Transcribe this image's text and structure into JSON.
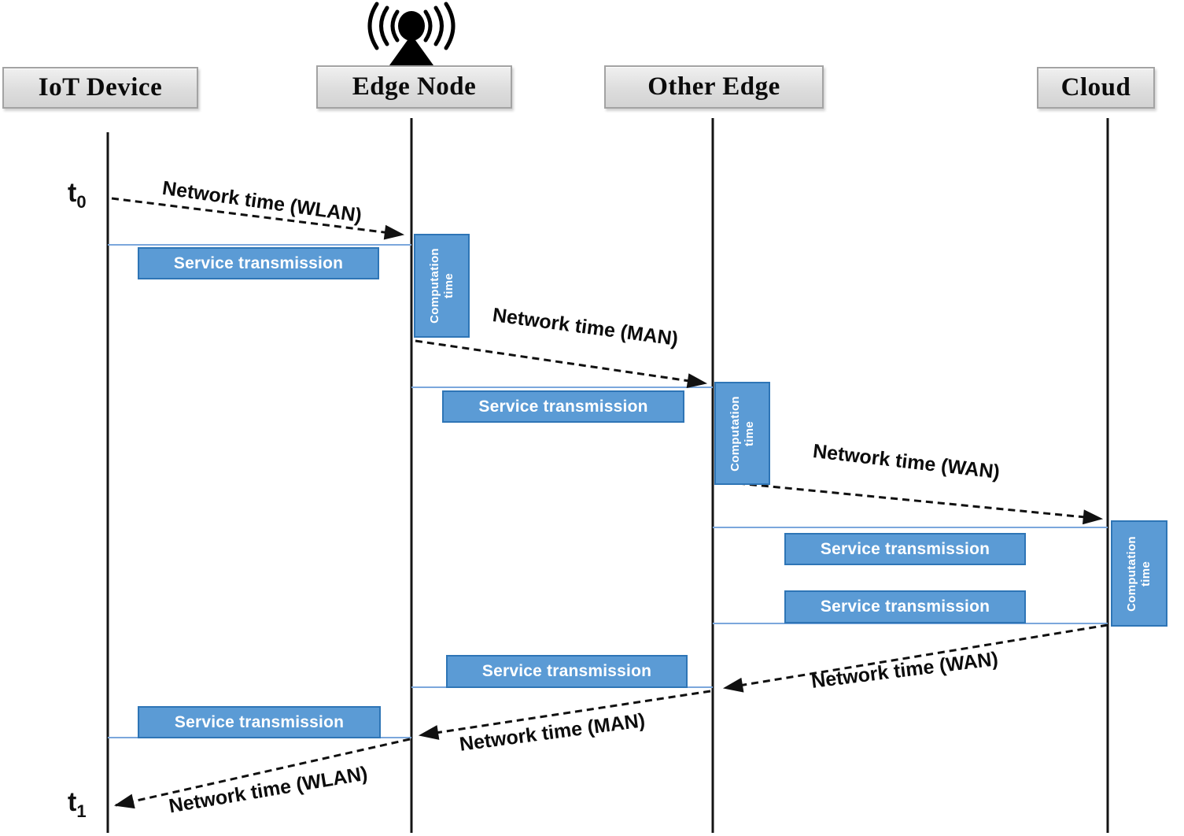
{
  "diagram_type": "sequence-diagram",
  "lifelines": [
    {
      "id": "iot",
      "label": "IoT Device"
    },
    {
      "id": "edge",
      "label": "Edge Node"
    },
    {
      "id": "other_edge",
      "label": "Other Edge"
    },
    {
      "id": "cloud",
      "label": "Cloud"
    }
  ],
  "icons": [
    {
      "name": "wireless-antenna-icon",
      "position": "above Edge Node"
    }
  ],
  "time_markers": {
    "t0": {
      "base": "t",
      "sub": "0"
    },
    "t1": {
      "base": "t",
      "sub": "1"
    }
  },
  "labels": {
    "service": "Service transmission",
    "computation": "Computation time"
  },
  "arrows": [
    {
      "label": "Network time (WLAN)",
      "from": "IoT Device",
      "to": "Edge Node",
      "style": "dashed"
    },
    {
      "label": "Network time (MAN)",
      "from": "Edge Node",
      "to": "Other Edge",
      "style": "dashed"
    },
    {
      "label": "Network time (WAN)",
      "from": "Other Edge",
      "to": "Cloud",
      "style": "dashed"
    },
    {
      "label": "Network time (WAN)",
      "from": "Cloud",
      "to": "Other Edge",
      "style": "dashed"
    },
    {
      "label": "Network time (MAN)",
      "from": "Other Edge",
      "to": "Edge Node",
      "style": "dashed"
    },
    {
      "label": "Network time (WLAN)",
      "from": "Edge Node",
      "to": "IoT Device",
      "style": "dashed"
    }
  ],
  "colors": {
    "box_fill": "#5b9bd5",
    "box_border": "#2e75b6",
    "timeline_line": "#7ba7dc",
    "lifeline": "#141414",
    "header_bg": "#e4e4e4",
    "header_border": "#a3a3a3",
    "text_on_blue": "#ffffff",
    "arrow": "#111111"
  }
}
